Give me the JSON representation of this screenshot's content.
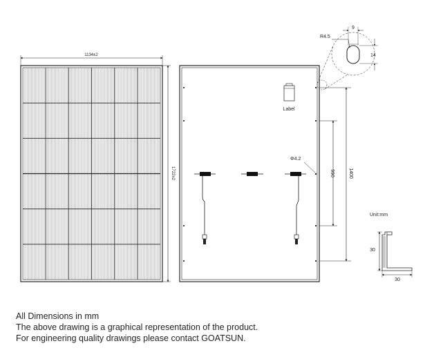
{
  "front_view": {
    "width_dim": "1134±2",
    "height_dim": "1722±2"
  },
  "back_view": {
    "label_text": "Label",
    "hole_dim": "Φ4.2",
    "dim_inner": "990",
    "dim_outer": "1400"
  },
  "slot_detail": {
    "radius": "R4.5",
    "width": "9",
    "height": "14"
  },
  "frame_section": {
    "unit": "Unit:mm",
    "height": "30",
    "width": "30"
  },
  "notes": [
    "All Dimensions in mm",
    "The above drawing is a graphical representation of the product.",
    "For engineering quality drawings please contact GOATSUN."
  ]
}
